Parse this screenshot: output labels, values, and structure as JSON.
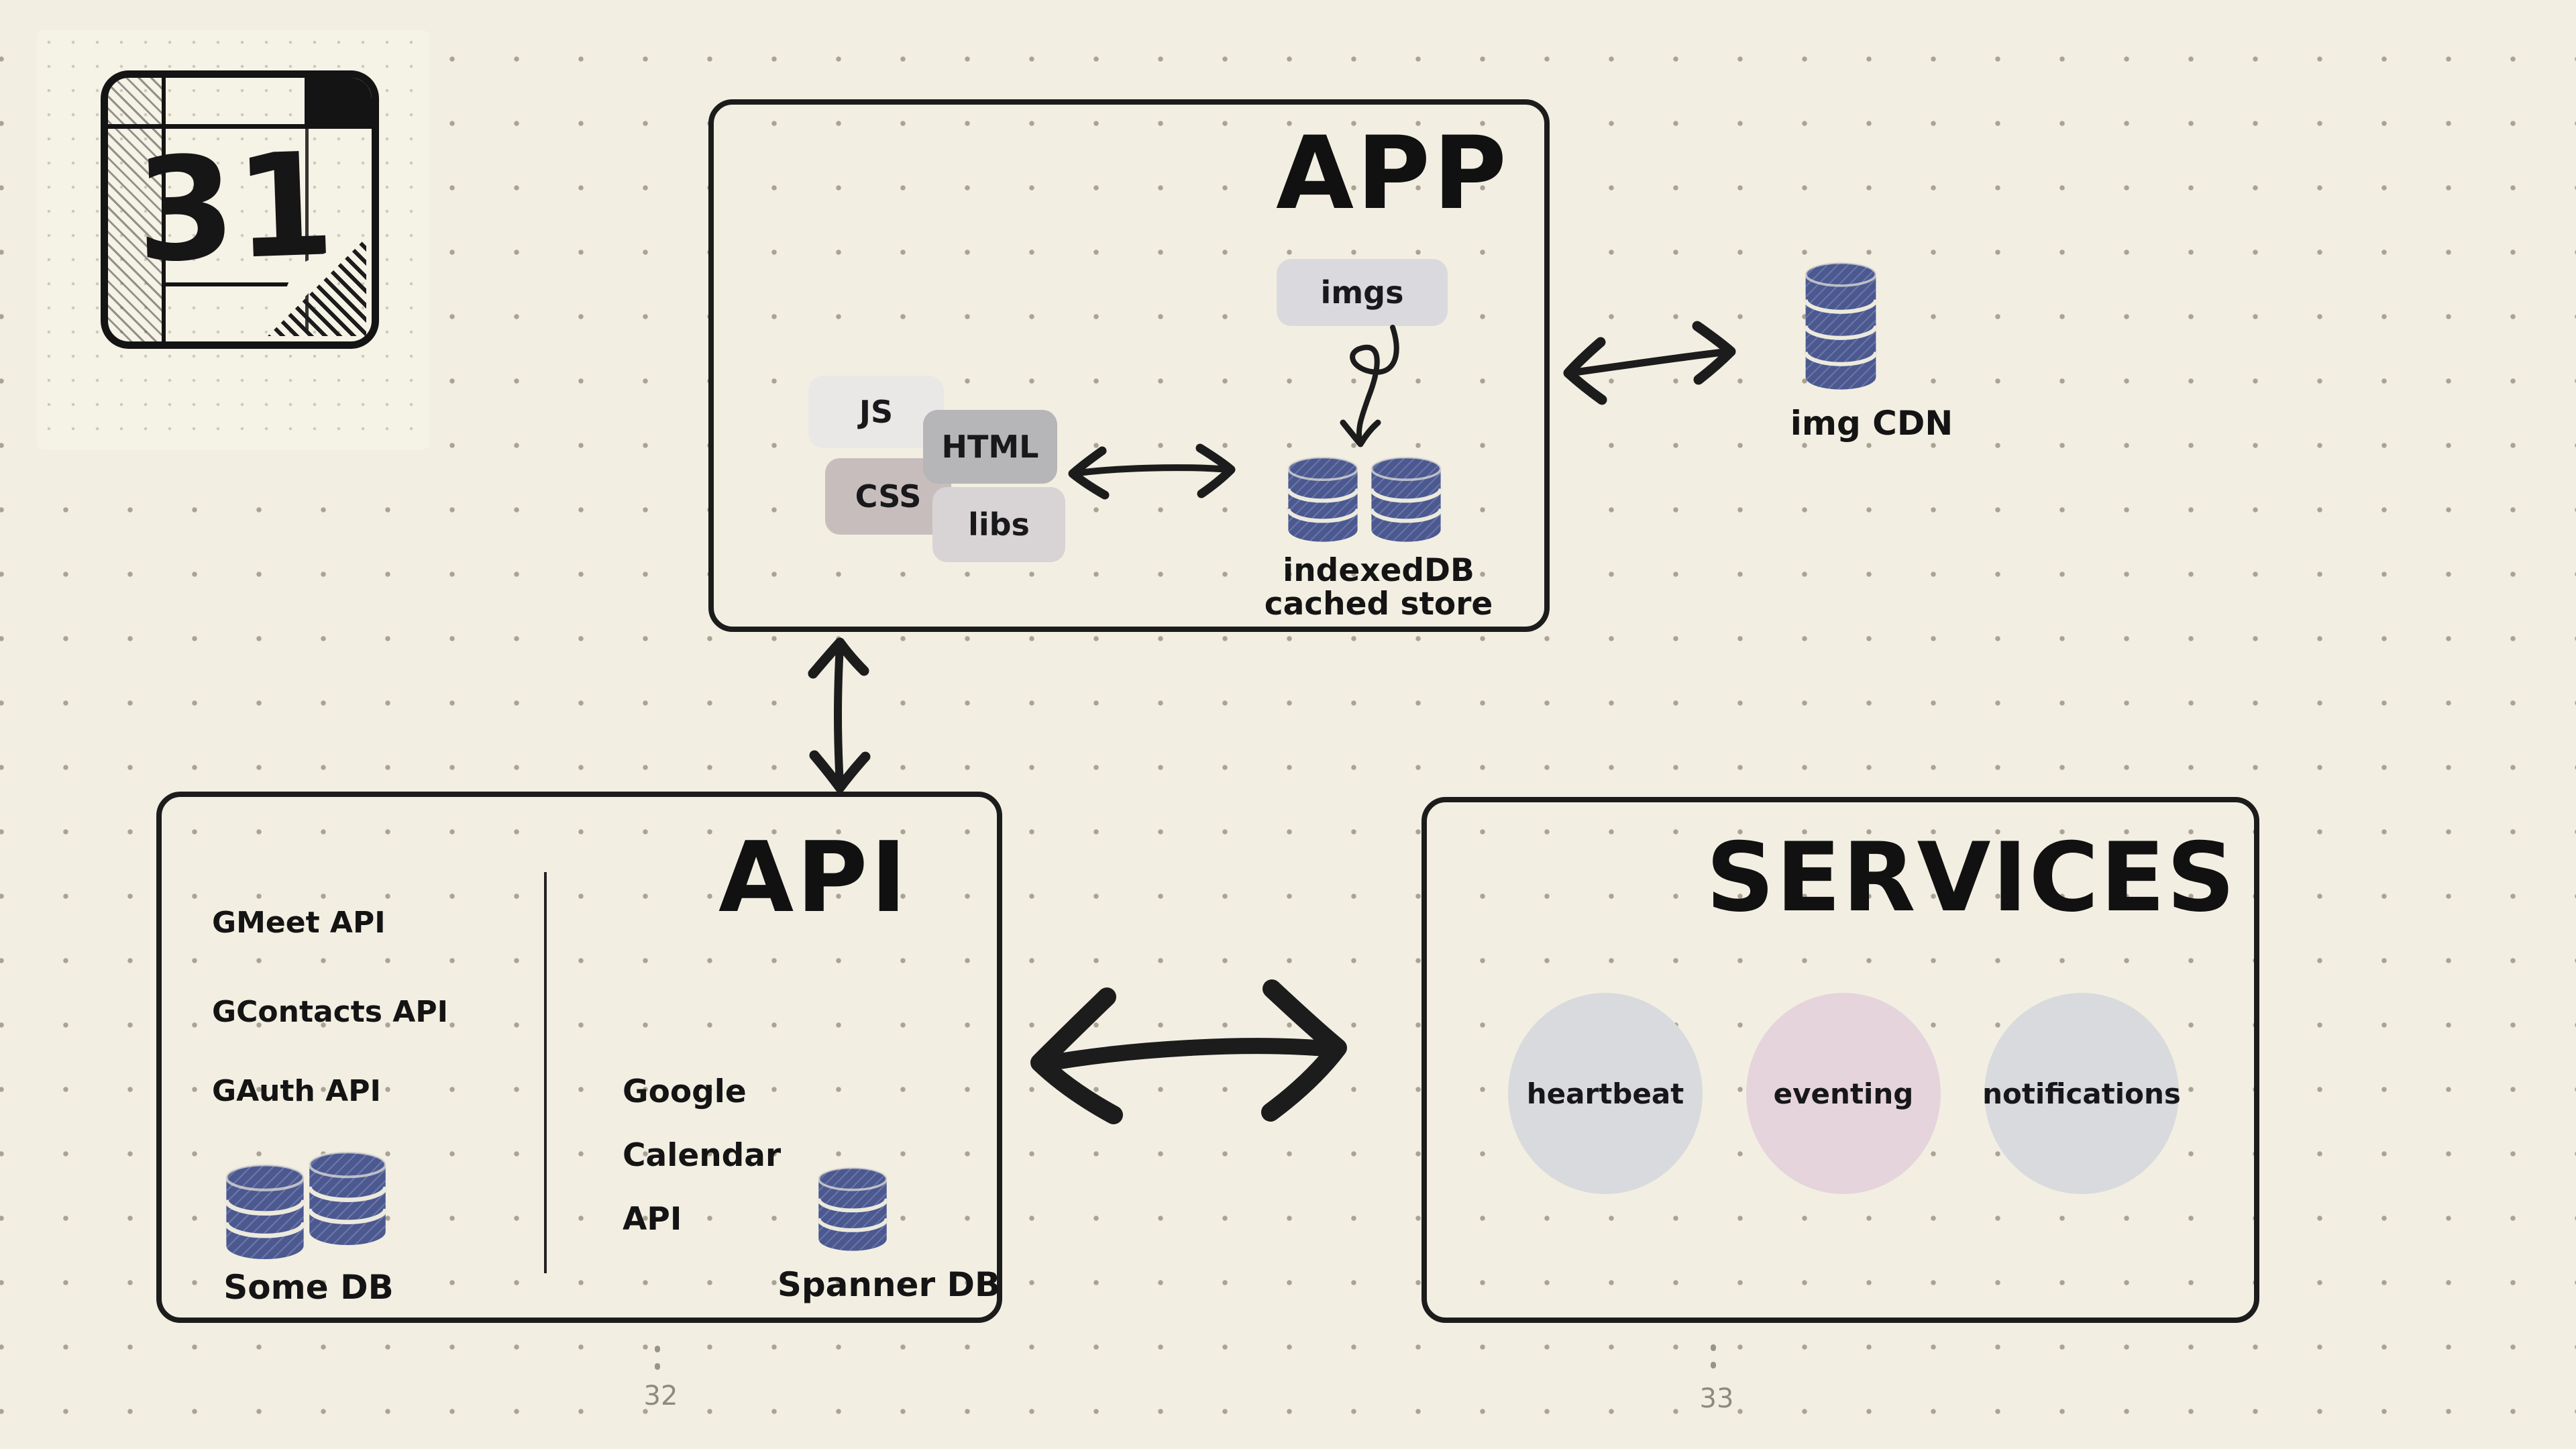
{
  "palette": {
    "bg": "#f2efe2",
    "dot": "#a9a295",
    "ink": "#1c1c1c",
    "db_fill": "#4c5990",
    "db_hatch": "#8e99c2",
    "db_band": "#eceadd"
  },
  "calendar_icon": {
    "day": "31"
  },
  "app_box": {
    "title": "APP",
    "chips": [
      {
        "id": "js",
        "label": "JS",
        "color": "#e9e8e6"
      },
      {
        "id": "html",
        "label": "HTML",
        "color": "#b6b5b8"
      },
      {
        "id": "css",
        "label": "CSS",
        "color": "#c8bdbd"
      },
      {
        "id": "libs",
        "label": "libs",
        "color": "#d8d3d5"
      }
    ],
    "imgs_chip": {
      "label": "imgs",
      "color": "#dadade"
    },
    "cache_label_line1": "indexedDB",
    "cache_label_line2": "cached store"
  },
  "img_cdn": {
    "label": "img CDN"
  },
  "api_box": {
    "title": "API",
    "internal_apis": [
      "GMeet API",
      "GContacts API",
      "GAuth API"
    ],
    "external_api_lines": [
      "Google",
      "Calendar",
      "API"
    ],
    "some_db_label": "Some DB",
    "spanner_db_label": "Spanner DB"
  },
  "services_box": {
    "title": "SERVICES",
    "circles": [
      {
        "label": "heartbeat",
        "color": "#d9dade"
      },
      {
        "label": "eventing",
        "color": "#e6d4dc"
      },
      {
        "label": "notifications",
        "color": "#d9dade"
      }
    ]
  },
  "page_markers": [
    {
      "number": "32"
    },
    {
      "number": "33"
    }
  ]
}
